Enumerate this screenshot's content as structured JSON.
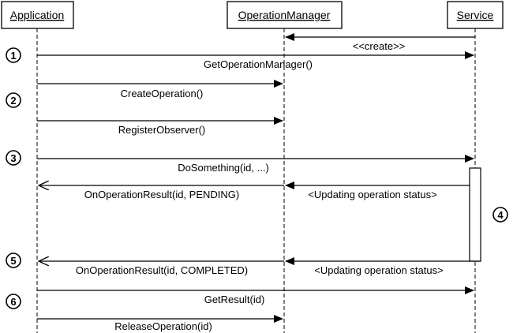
{
  "participants": {
    "application": "Application",
    "operation_manager": "OperationManager",
    "service": "Service"
  },
  "messages": {
    "create": "<<create>>",
    "get_operation_manager": "GetOperationManager()",
    "create_operation": "CreateOperation()",
    "register_observer": "RegisterObserver()",
    "do_something": "DoSomething(id, ...)",
    "on_result_pending": "OnOperationResult(id, PENDING)",
    "updating_status_1": "<Updating operation status>",
    "on_result_completed": "OnOperationResult(id, COMPLETED)",
    "updating_status_2": "<Updating operation status>",
    "get_result": "GetResult(id)",
    "release_operation": "ReleaseOperation(id)"
  },
  "steps": [
    "1",
    "2",
    "3",
    "4",
    "5",
    "6"
  ]
}
